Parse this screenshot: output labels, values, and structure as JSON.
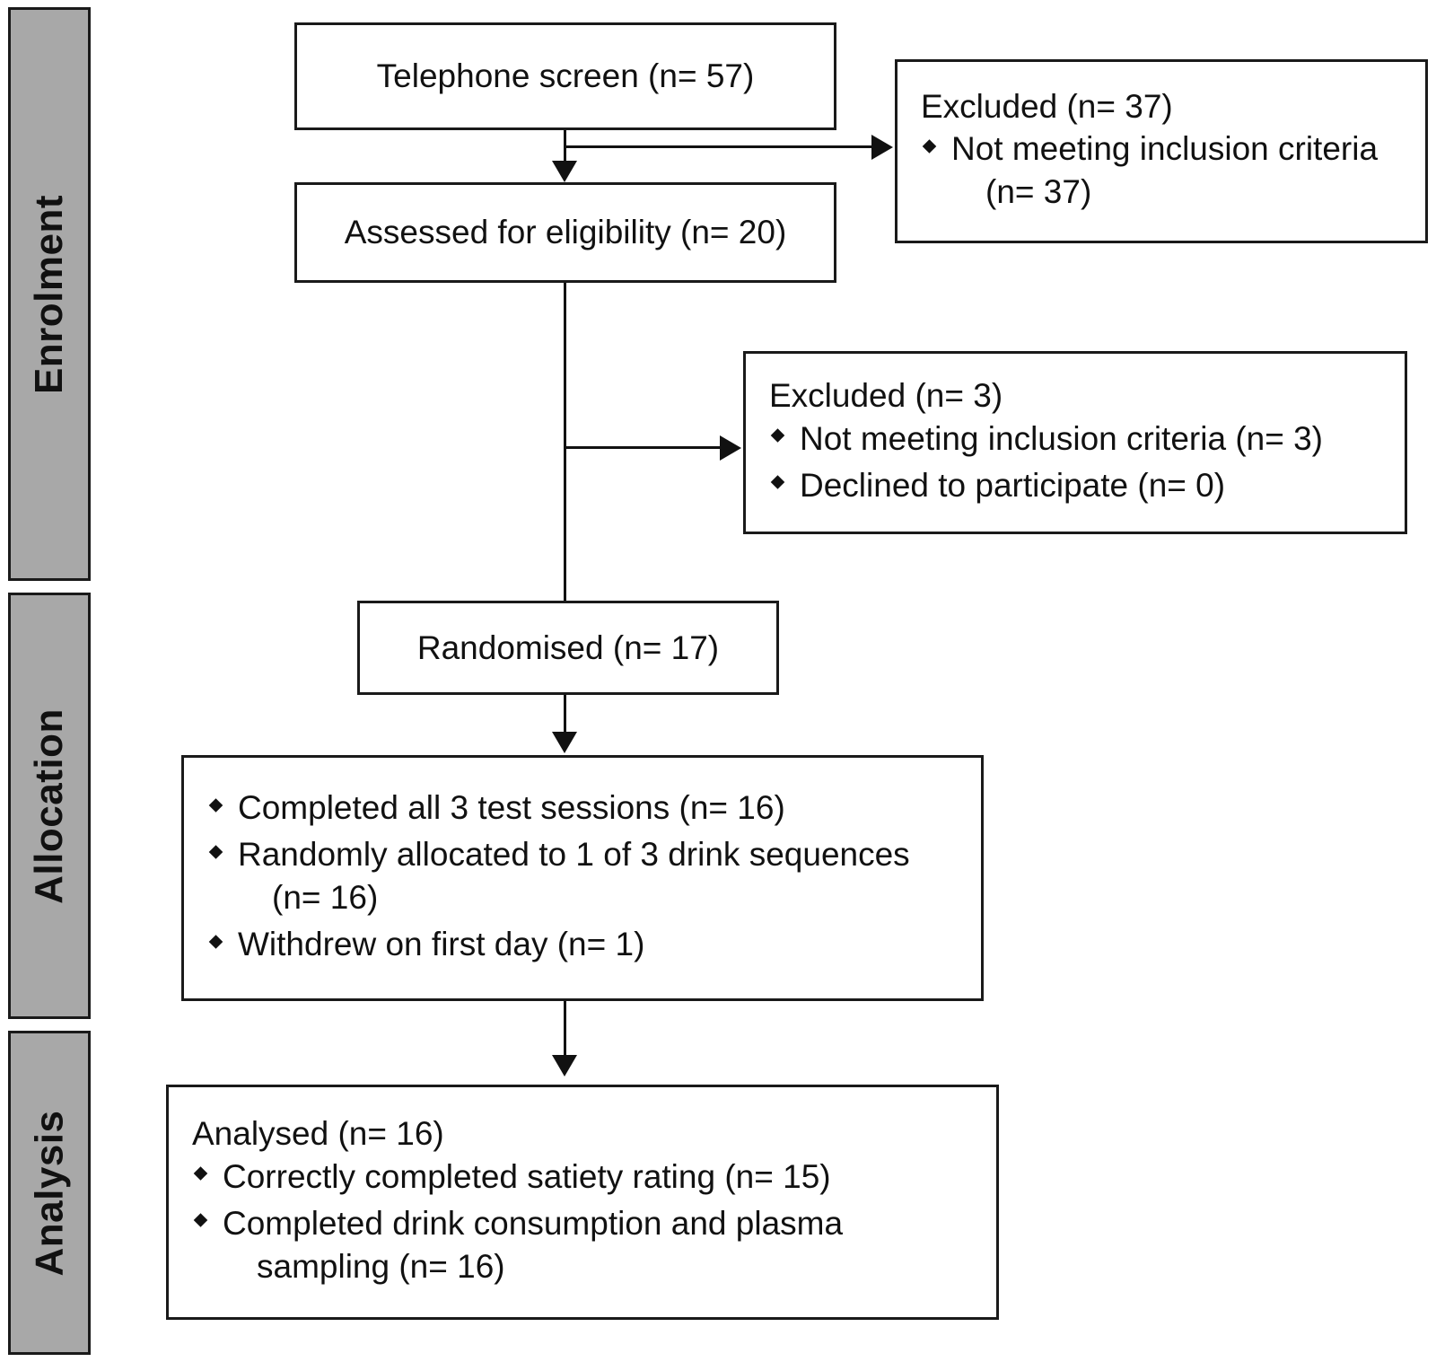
{
  "diagram": {
    "type": "consort-flow-diagram",
    "title": "CONSORT participant flow diagram",
    "colors": {
      "phase_bar_fill": "#a8a8a8",
      "stroke": "#1a1a1a",
      "box_fill": "#ffffff",
      "text": "#111111"
    },
    "phases": [
      {
        "id": "enrolment",
        "label": "Enrolment"
      },
      {
        "id": "allocation",
        "label": "Allocation"
      },
      {
        "id": "analysis",
        "label": "Analysis"
      }
    ],
    "nodes": {
      "telephone_screen": {
        "title": "Telephone screen (n= 57)",
        "n": 57
      },
      "assessed": {
        "title": "Assessed for eligibility (n= 20)",
        "n": 20
      },
      "excluded_screen": {
        "title": "Excluded (n= 37)",
        "n": 37,
        "bullets": [
          {
            "text": "Not meeting inclusion criteria",
            "cont": "(n= 37)",
            "n": 37
          }
        ]
      },
      "excluded_eligibility": {
        "title": "Excluded (n= 3)",
        "n": 3,
        "bullets": [
          {
            "text": "Not meeting inclusion criteria (n= 3)",
            "n": 3
          },
          {
            "text": "Declined to participate (n= 0)",
            "n": 0
          }
        ]
      },
      "randomised": {
        "title": "Randomised (n= 17)",
        "n": 17
      },
      "allocation": {
        "bullets": [
          {
            "text": "Completed all 3 test sessions (n= 16)",
            "n": 16
          },
          {
            "text": "Randomly allocated to 1 of 3 drink sequences",
            "cont": "(n= 16)",
            "n": 16
          },
          {
            "text": "Withdrew on first day (n= 1)",
            "n": 1
          }
        ]
      },
      "analysed": {
        "title": "Analysed (n= 16)",
        "n": 16,
        "bullets": [
          {
            "text": "Correctly completed satiety rating (n= 15)",
            "n": 15
          },
          {
            "text": "Completed drink consumption and plasma",
            "cont": "sampling (n= 16)",
            "n": 16
          }
        ]
      }
    },
    "connectors": [
      {
        "id": "screen-to-assessed",
        "kind": "arrow-down"
      },
      {
        "id": "screen-to-excluded",
        "kind": "arrow-right"
      },
      {
        "id": "assessed-to-excluded",
        "kind": "arrow-right"
      },
      {
        "id": "assessed-to-randomised",
        "kind": "line-down"
      },
      {
        "id": "randomised-to-allocation",
        "kind": "arrow-down"
      },
      {
        "id": "allocation-to-analysis",
        "kind": "arrow-down"
      }
    ]
  }
}
